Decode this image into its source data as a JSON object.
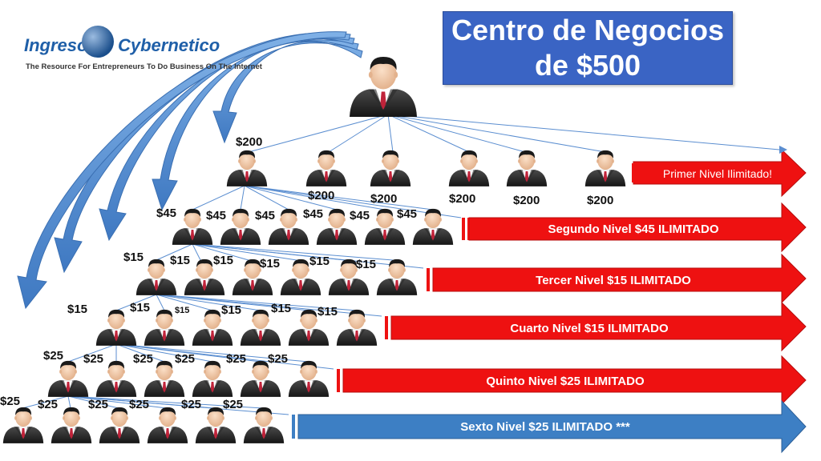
{
  "logo": {
    "name_left": "Ingreso",
    "name_right": "Cybernetico",
    "tagline": "The Resource For Entrepreneurs To Do Business On The Internet"
  },
  "title": {
    "line1": "Centro de Negocios",
    "line2": "de $500"
  },
  "levels": [
    {
      "label": "Primer Nivel Ilimitado!",
      "color": "#ee1111"
    },
    {
      "label": "Segundo Nivel  $45  ILIMITADO",
      "color": "#ee1111"
    },
    {
      "label": "Tercer  Nivel  $15  ILIMITADO",
      "color": "#ee1111"
    },
    {
      "label": "Cuarto   Nivel  $15  ILIMITADO",
      "color": "#ee1111"
    },
    {
      "label": "Quinto    Nivel  $25  ILIMITADO",
      "color": "#ee1111"
    },
    {
      "label": "Sexto    Nivel  $25  ILIMITADO ***",
      "color": "#3d7fc4"
    }
  ],
  "amounts": {
    "row1": [
      "$200",
      "$200",
      "$200",
      "$200",
      "$200",
      "$200"
    ],
    "row2": [
      "$45",
      "$45",
      "$45",
      "$45",
      "$45",
      "$45"
    ],
    "row3": [
      "$15",
      "$15",
      "$15",
      "$15",
      "$15",
      "$15"
    ],
    "row4": [
      "$15",
      "$15",
      "$15",
      "$15",
      "$15",
      "$15"
    ],
    "row5": [
      "$25",
      "$25",
      "$25",
      "$25",
      "$25",
      "$25"
    ],
    "row6": [
      "$25",
      "$25",
      "$25",
      "$25",
      "$25",
      "$25"
    ]
  },
  "colors": {
    "title_bg": "#3a64c4",
    "red_band": "#ee1111",
    "blue_band": "#3d7fc4",
    "connector": "#5b8ed0"
  }
}
